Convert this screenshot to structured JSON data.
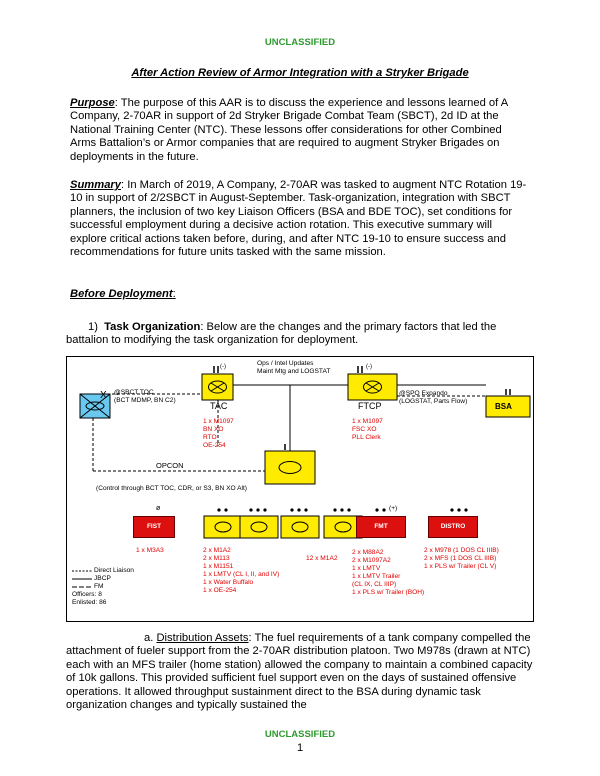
{
  "header_marking": "UNCLASSIFIED",
  "footer_marking": "UNCLASSIFIED",
  "page_number": "1",
  "title": "After Action Review of Armor Integration with a Stryker Brigade",
  "purpose": {
    "label": "Purpose",
    "text": ": The purpose of this AAR is to discuss the experience and lessons learned of A Company, 2-70AR in support of 2d Stryker Brigade Combat Team (SBCT), 2d ID at the National Training Center (NTC). These lessons offer considerations for other Combined Arms Battalion’s or Armor companies that are required to augment Stryker Brigades on deployments in the future."
  },
  "summary": {
    "label": "Summary",
    "text": ": In March of 2019, A Company, 2-70AR was tasked to augment NTC Rotation 19-10 in support of 2/2SBCT in August-September. Task-organization, integration with SBCT planners, the inclusion of two key Liaison Officers (BSA and BDE TOC), set conditions for successful employment during a decisive action rotation. This executive summary will explore critical actions taken before, during, and after NTC 19-10 to ensure success and recommendations for future units tasked with the same mission."
  },
  "before_deployment": "Before Deployment",
  "item1": {
    "number": "1)",
    "label": "Task Organization",
    "text": ": Below are the changes and the primary factors that led the battalion to modifying the task organization for deployment."
  },
  "item_a": {
    "label_prefix": "a.",
    "label": "Distribution Assets",
    "text": ": The fuel requirements of a tank company compelled the attachment of fueler support from the 2-70AR distribution platoon. Two M978s (drawn at NTC) each with an MFS trailer (home station) allowed the company to maintain a combined capacity of 10k gallons. This provided sufficient fuel support even on the days of sustained offensive operations. It allowed throughput sustainment direct to the BSA during dynamic task organization changes and typically sustained the"
  },
  "diagram": {
    "ops_intel": [
      "Ops / Intel Updates",
      "Maint Mtg and LOGSTAT"
    ],
    "sbct_toc": [
      "@SBCT TOC",
      "(BCT MDMP, BN C2)"
    ],
    "spo": [
      "@SPO Expando",
      "(LOGSTAT, Parts Flow)"
    ],
    "tac_label": "TAC",
    "ftcp_label": "FTCP",
    "bsa_label": "BSA",
    "tac_echelon": "(-)",
    "ftcp_echelon": "(-)",
    "x_mark": "X",
    "tac_items": [
      "1 x M1097",
      "BN XO",
      "RTO",
      "OE-254"
    ],
    "ftcp_items": [
      "1 x M1097",
      "FSC XO",
      "PLL Clerk"
    ],
    "opcon_label": "OPCON",
    "opcon_note": "(Control through BCT TOC, CDR, or S3, BN XO Alt)",
    "fist_label": "FIST",
    "fist_echelon": "ø",
    "fist_items": [
      "1 x M3A3"
    ],
    "co_items": [
      "2 x M1A2",
      "2 x M113",
      "1 x M1151",
      "1 x LMTV (CL I, II, and IV)",
      "1 x Water Buffalo",
      "1 x OE-254"
    ],
    "plt_items": [
      "12 x M1A2"
    ],
    "fmt_label": "FMT",
    "fmt_echelon": "(+)",
    "fmt_items": [
      "2 x M88A2",
      "2 x M1097A2",
      "1 x LMTV",
      "1 x LMTV Trailer",
      "(CL IX, CL IIIP)",
      "1 x PLS w/ Trailer (BOH)"
    ],
    "distro_label": "DISTRO",
    "distro_items": [
      "2 x M978 (1 DOS CL IIIB)",
      "2 x MFS (1 DOS CL IIIB)",
      "1 x PLS w/ Trailer (CL V)"
    ],
    "legend": [
      "Direct Liaison",
      "JBCP",
      "FM"
    ],
    "officers": "Officers: 8",
    "enlisted": "Enlisted: 86",
    "colors": {
      "unit_fill": "#ffeb00",
      "red_fill": "#dd1010",
      "mech_fill": "#69c8ef",
      "text_red": "#e00000"
    }
  }
}
